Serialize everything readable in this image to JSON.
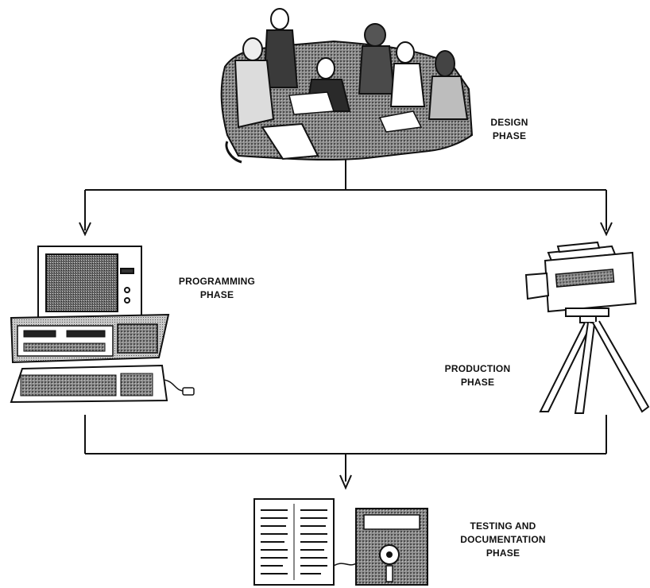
{
  "phases": {
    "design": {
      "line1": "DESIGN",
      "line2": "PHASE",
      "icon": "meeting-people-icon"
    },
    "programming": {
      "line1": "PROGRAMMING",
      "line2": "PHASE",
      "icon": "desktop-computer-icon"
    },
    "production": {
      "line1": "PRODUCTION",
      "line2": "PHASE",
      "icon": "video-camera-icon"
    },
    "testing": {
      "line1": "TESTING AND",
      "line2": "DOCUMENTATION",
      "line3": "PHASE",
      "icon": "document-and-floppy-disk-icon"
    }
  },
  "colors": {
    "ink": "#111111",
    "halftone_dark": "#5a5a5a",
    "halftone_light": "#a8a8a8"
  }
}
